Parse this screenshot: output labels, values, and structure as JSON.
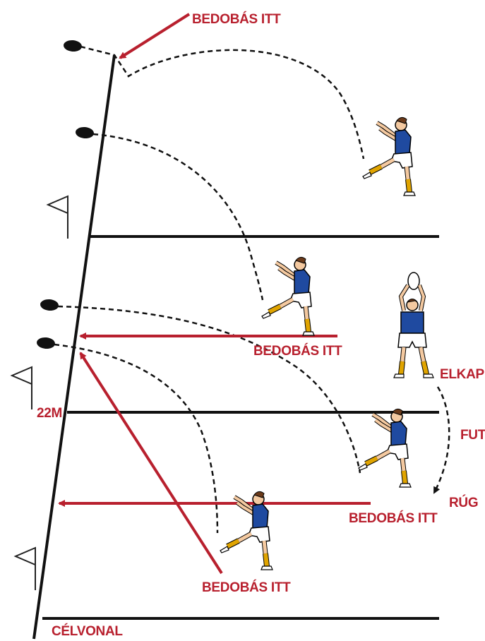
{
  "colors": {
    "accent_red": "#b8202e",
    "shirt_blue": "#1f4aa0",
    "sock_yellow": "#e0a400",
    "line_black": "#111111"
  },
  "labels": {
    "throw_in_top": "BEDOBÁS ITT",
    "throw_in_mid": "BEDOBÁS ITT",
    "throw_in_right": "BEDOBÁS ITT",
    "throw_in_bottom": "BEDOBÁS ITT",
    "catch": "ELKAP",
    "run": "FUT",
    "kick": "RÚG",
    "twenty_two": "22M",
    "goal_line": "CÉLVONAL"
  },
  "icons": [
    "rugby-ball-icon",
    "corner-flag-icon",
    "rugby-player-icon"
  ]
}
